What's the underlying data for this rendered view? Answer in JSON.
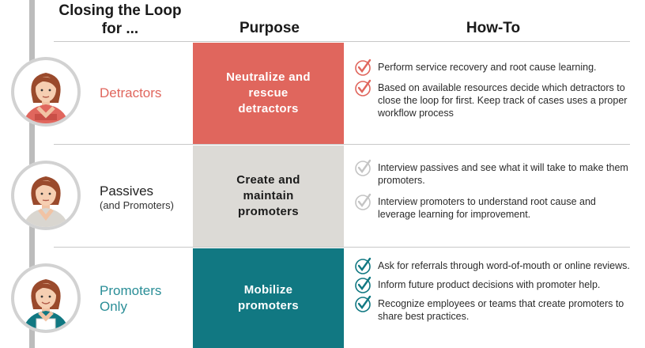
{
  "header": {
    "closing_loop": "Closing the Loop for ...",
    "purpose": "Purpose",
    "how_to": "How-To"
  },
  "colors": {
    "detractor": "#e0665d",
    "passive": "#dcdad6",
    "promoter": "#117882",
    "check_red": "#e0665d",
    "check_grey": "#c4c4c4",
    "check_teal": "#117882",
    "timeline": "#bcbcbc"
  },
  "rows": [
    {
      "segment": "Detractors",
      "segment_sub": "",
      "segment_color": "#e0665d",
      "purpose": "Neutralize and rescue detractors",
      "icon": "checkmark-circle-icon",
      "how_to": [
        "Perform service recovery and root cause learning.",
        "Based on available resources decide which detractors to close the loop for first. Keep track of cases uses a proper workflow process"
      ]
    },
    {
      "segment": "Passives",
      "segment_sub": "(and Promoters)",
      "segment_color": "#222222",
      "purpose": "Create and maintain promoters",
      "icon": "checkmark-circle-icon",
      "how_to": [
        "Interview passives and see what it will take to make them promoters.",
        "Interview promoters to understand root cause and leverage learning for improvement."
      ]
    },
    {
      "segment": "Promoters Only",
      "segment_sub": "",
      "segment_color": "#2a8e97",
      "purpose": "Mobilize promoters",
      "icon": "checkmark-circle-icon",
      "how_to": [
        "Ask for referrals through word-of-mouth or online reviews.",
        "Inform future product decisions with promoter help.",
        "Recognize employees or teams that create promoters to share best practices."
      ]
    }
  ]
}
